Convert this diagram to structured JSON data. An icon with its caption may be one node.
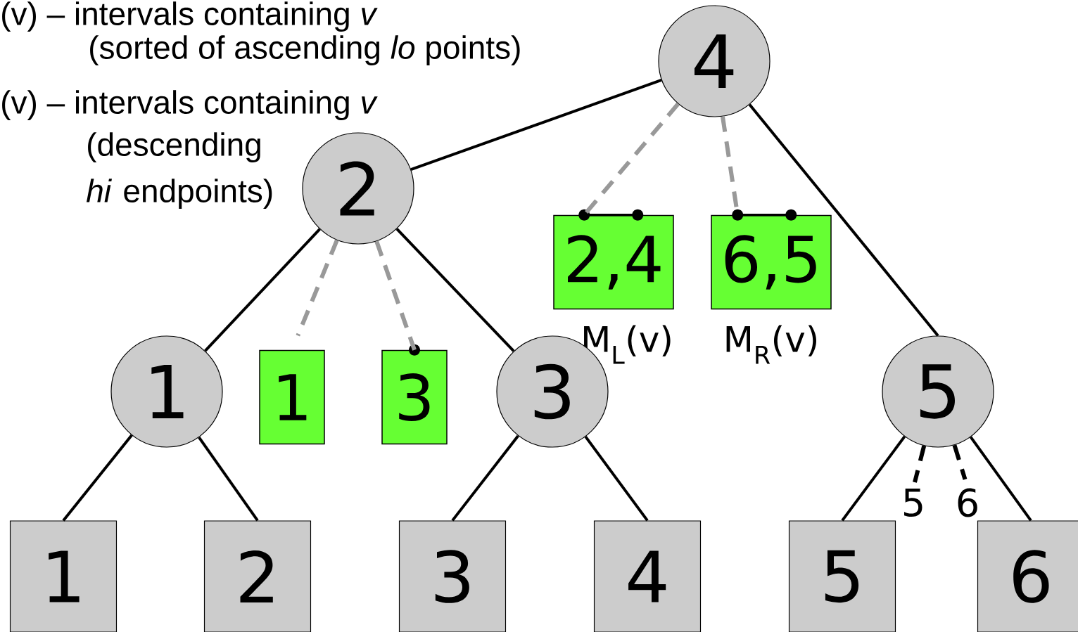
{
  "diagram": {
    "nodes": [
      {
        "text": [
          "4"
        ]
      },
      {
        "text": [
          "2"
        ]
      },
      {
        "text": [
          "2,4"
        ],
        "beside": [
          "M$_{L}$(v)"
        ]
      },
      {
        "text": [
          "6,5"
        ],
        "beside": [
          "M$_{R}$(v)"
        ]
      },
      {
        "text": [
          "1"
        ]
      },
      {
        "text": [
          "1"
        ]
      },
      {
        "text": [
          "3"
        ]
      },
      {
        "text": [
          "3"
        ]
      },
      {
        "text": [
          "5"
        ]
      },
      {
        "text": [
          "1"
        ]
      },
      {
        "text": [
          "2"
        ]
      },
      {
        "text": [
          "3"
        ]
      },
      {
        "text": [
          "4"
        ]
      },
      {
        "text": [
          "5"
        ]
      },
      {
        "text": [
          "6"
        ]
      },
      {
        "text": [
          "5"
        ]
      },
      {
        "text": [
          "6"
        ]
      }
    ],
    "edges": [
      {
        "from": 0,
        "to": 1,
        "arrow": "none"
      },
      {
        "from": 0,
        "to": 2,
        "arrow": "none",
        "style": "dashed",
        "color": "#999999"
      },
      {
        "from": 0,
        "to": 3,
        "arrow": "none",
        "style": "dashed",
        "color": "#999999"
      },
      {
        "from": 0,
        "to": 8,
        "arrow": "none"
      },
      {
        "from": 1,
        "to": 4,
        "arrow": "none"
      },
      {
        "from": 1,
        "to": 5,
        "arrow": "none",
        "style": "dashed",
        "color": "#999999"
      },
      {
        "from": 1,
        "to": 6,
        "arrow": "none",
        "style": "dashed",
        "color": "#999999"
      },
      {
        "from": 1,
        "to": 7,
        "arrow": "none"
      },
      {
        "from": 4,
        "to": 9,
        "arrow": "none"
      },
      {
        "from": 4,
        "to": 10,
        "arrow": "none"
      },
      {
        "from": 7,
        "to": 11,
        "arrow": "none"
      },
      {
        "from": 7,
        "to": 12,
        "arrow": "none"
      },
      {
        "from": 8,
        "to": 13,
        "arrow": "none"
      },
      {
        "from": 8,
        "to": 14,
        "arrow": "none"
      },
      {
        "from": 8,
        "to": 15,
        "arrow": "none",
        "style": "dashed"
      },
      {
        "from": 8,
        "to": 16,
        "arrow": "none",
        "style": "dashed"
      }
    ],
    "labels": [
      "(v) – intervals containing *v*",
      "(sorted of ascending *lo* points)",
      "(v) – intervals containing *v*",
      "(descending *hi* endpoints)"
    ]
  }
}
